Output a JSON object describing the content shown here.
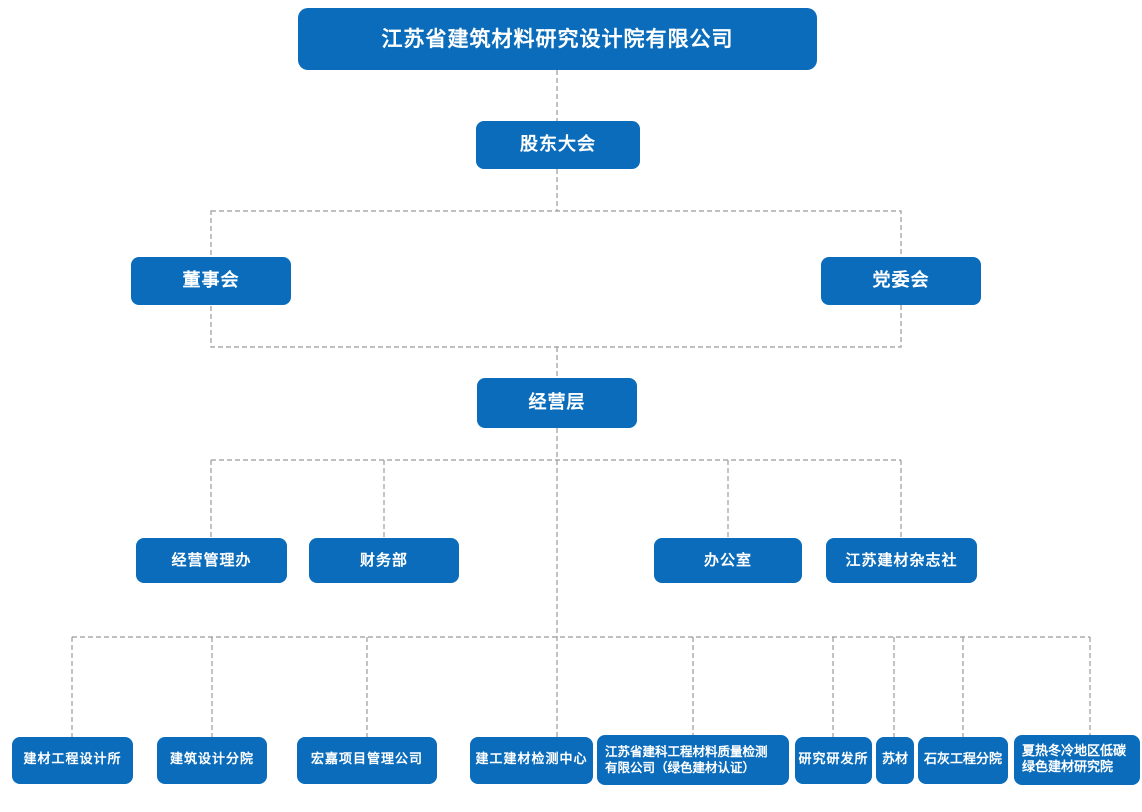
{
  "page": {
    "background": "#ffffff",
    "type": "organization-chart"
  },
  "palette": {
    "node_fill": "#0a6cba",
    "node_text": "#ffffff",
    "connector_line": "#9a9a9a"
  },
  "org": {
    "root_label": "江苏省建筑材料研究设计院有限公司",
    "nodes": {
      "company": {
        "label": "江苏省建筑材料研究设计院有限公司"
      },
      "shareholders": {
        "label": "股东大会"
      },
      "board": {
        "label": "董事会"
      },
      "party_committee": {
        "label": "党委会"
      },
      "management": {
        "label": "经营层"
      },
      "operation_mgmt_office": {
        "label": "经营管理办"
      },
      "finance_dept": {
        "label": "财务部"
      },
      "general_office": {
        "label": "办公室"
      },
      "magazine": {
        "label": "江苏建材杂志社"
      },
      "materials_design_institute": {
        "label": "建材工程设计所"
      },
      "architecture_design_branch": {
        "label": "建筑设计分院"
      },
      "hongjia_project_mgmt": {
        "label": "宏嘉项目管理公司"
      },
      "testing_center": {
        "label": "建工建材检测中心"
      },
      "jianke_quality_testing": {
        "label": "江苏省建科工程材料质量检测\n有限公司（绿色建材认证）"
      },
      "research_institute": {
        "label": "研究研发所"
      },
      "sucai": {
        "label": "苏材"
      },
      "lime_engineering_branch": {
        "label": "石灰工程分院"
      },
      "low_carbon_institute": {
        "label": "夏热冬冷地区低碳\n绿色建材研究院"
      }
    }
  }
}
